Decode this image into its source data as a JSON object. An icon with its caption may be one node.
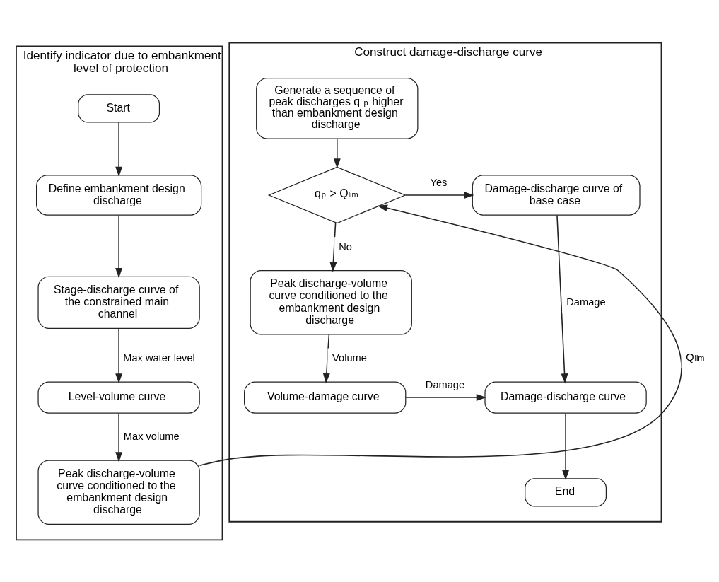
{
  "diagram": {
    "nodes": [
      {
        "text": [
          "Identify indicator due to embankment level of protection"
        ]
      },
      {
        "text": [
          "Construct damage-discharge curve"
        ]
      },
      {
        "text": [
          "Start"
        ],
        "in": 0
      },
      {
        "text": [
          "Define embankment design discharge"
        ],
        "in": 0
      },
      {
        "text": [
          "Stage-discharge curve of the constrained main channel"
        ],
        "in": 0
      },
      {
        "text": [
          "Level-volume curve"
        ],
        "in": 0
      },
      {
        "text": [
          "Peak discharge-volume curve conditioned to the embankment design discharge"
        ],
        "in": 0
      },
      {
        "text": [
          "Generate a sequence of peak discharges q$_{p}$ higher than embankment design discharge"
        ],
        "in": 1
      },
      {
        "text": [
          "q$_{p}$ > Q$_{lim}$"
        ],
        "in": 1
      },
      {
        "text": [
          "Damage-discharge curve of base case"
        ],
        "in": 1
      },
      {
        "text": [
          "Peak discharge-volume curve conditioned to the embankment design discharge"
        ],
        "in": 1
      },
      {
        "text": [
          "Volume-damage curve"
        ],
        "in": 1
      },
      {
        "text": [
          "Damage-discharge curve"
        ],
        "in": 1
      },
      {
        "text": [
          "End"
        ],
        "in": 1
      }
    ],
    "edges": [
      {
        "from": 2,
        "to": 3,
        "arrow": "to"
      },
      {
        "from": 3,
        "to": 4,
        "arrow": "to"
      },
      {
        "from": 4,
        "to": 5,
        "arrow": "to",
        "label": "Max water level"
      },
      {
        "from": 5,
        "to": 6,
        "arrow": "to",
        "label": "Max volume"
      },
      {
        "from": 6,
        "to": 8,
        "arrow": "to",
        "label": "Q$_{lim}$"
      },
      {
        "from": 7,
        "to": 8,
        "arrow": "to"
      },
      {
        "from": 8,
        "to": 9,
        "arrow": "to",
        "label": "Yes"
      },
      {
        "from": 8,
        "to": 10,
        "arrow": "to",
        "label": "No"
      },
      {
        "from": 10,
        "to": 11,
        "arrow": "to",
        "label": "Volume"
      },
      {
        "from": 9,
        "to": 12,
        "arrow": "to",
        "label": "Damage"
      },
      {
        "from": 11,
        "to": 12,
        "arrow": "to",
        "label": "Damage"
      },
      {
        "from": 12,
        "to": 13,
        "arrow": "to"
      }
    ]
  }
}
